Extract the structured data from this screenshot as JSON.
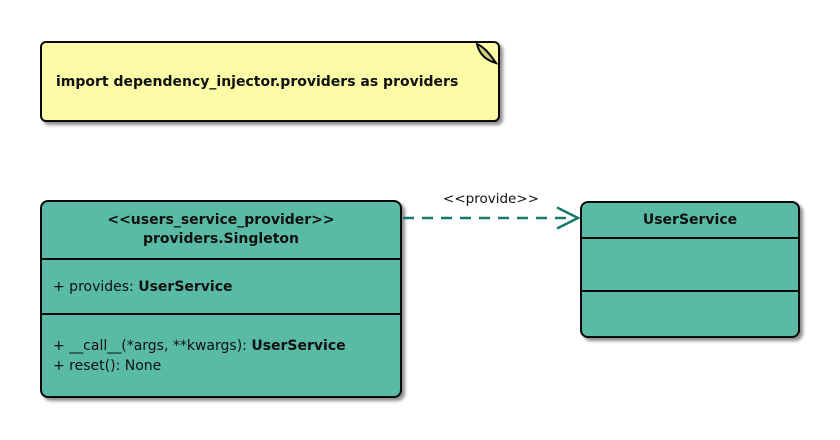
{
  "colors": {
    "background": "#FFFFFF",
    "note_fill": "#FBFBA8",
    "note_fold": "#CFCF84",
    "class_fill": "#59BAA5",
    "border": "#0A0A0A",
    "arrow": "#17796D",
    "text": "#111111"
  },
  "note": {
    "text": "import dependency_injector.providers as providers"
  },
  "provider_class": {
    "stereotype": "<<users_service_provider>>",
    "name": "providers.Singleton",
    "attributes": [
      {
        "text": "+ provides: ",
        "bold": "UserService"
      }
    ],
    "methods": [
      {
        "text": "+ __call__(*args, **kwargs): ",
        "bold": "UserService"
      },
      {
        "text": "+ reset(): None",
        "bold": ""
      }
    ]
  },
  "arrow": {
    "label": "<<provide>>"
  },
  "service_class": {
    "name": "UserService"
  }
}
